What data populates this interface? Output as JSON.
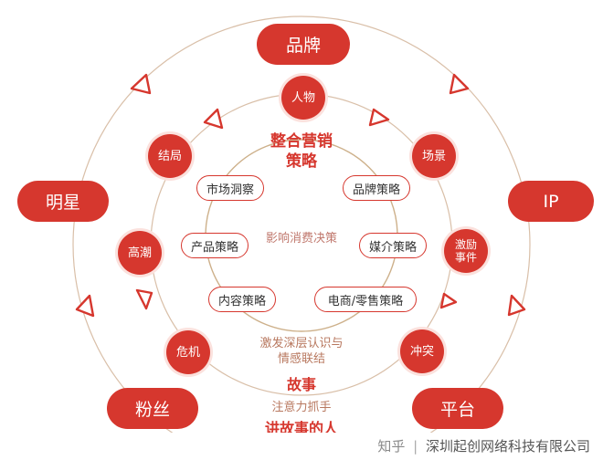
{
  "outer_labels": {
    "brand": "品牌",
    "star": "明星",
    "ip": "IP",
    "fans": "粉丝",
    "platform": "平台"
  },
  "story_nodes": {
    "character": "人物",
    "scene": "场景",
    "ending": "结局",
    "event": "激励\n事件",
    "climax": "高潮",
    "conflict": "冲突",
    "crisis": "危机"
  },
  "center": {
    "title_line1": "整合营销",
    "title_line2": "策略",
    "subtitle": "影响消费决策"
  },
  "strategies": {
    "market_insight": "市场洞察",
    "brand_strategy": "品牌策略",
    "product_strategy": "产品策略",
    "media_strategy": "媒介策略",
    "content_strategy": "内容策略",
    "retail_strategy": "电商/零售策略"
  },
  "story": {
    "line1": "激发深层认识与",
    "line2": "情感联结",
    "title": "故事",
    "attention": "注意力抓手",
    "storyteller": "讲故事的人"
  },
  "footer": {
    "brand_glyph": "知乎",
    "separator": "|",
    "company": "深圳起创网络科技有限公司"
  },
  "colors": {
    "accent": "#d6372e",
    "ring_outer": "#d9bfa8",
    "ring_inner": "#cdb08a"
  }
}
